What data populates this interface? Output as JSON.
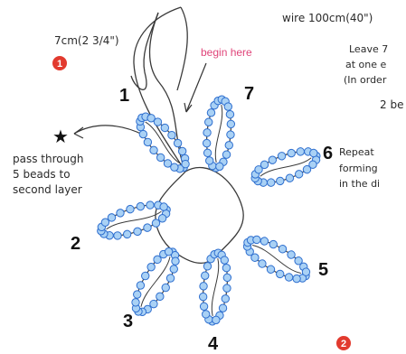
{
  "header": {
    "wire": "wire 100cm(40\")",
    "measure": "7cm(2 3/4\")",
    "begin_here": "begin here"
  },
  "side_note": {
    "lines": [
      "Leave 7",
      "at one e",
      "(In order",
      "2 be",
      "Repeat",
      "forming",
      "in the di"
    ]
  },
  "pass_note": {
    "lines": [
      "pass through",
      "5 beads to",
      "second layer"
    ]
  },
  "petal_numbers": [
    "1",
    "2",
    "3",
    "4",
    "5",
    "6",
    "7"
  ],
  "step_badges": [
    "1",
    "2"
  ],
  "star": "★",
  "colors": {
    "wire": "#3a3a3a",
    "bead_fill": "#a9d1f5",
    "bead_stroke": "#2f6fcf",
    "badge": "#e23a2e",
    "label_pink": "#e0457a"
  }
}
